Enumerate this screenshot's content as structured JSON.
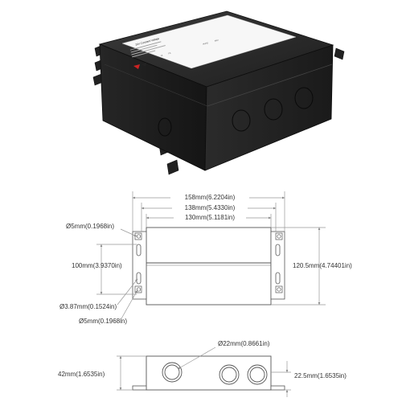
{
  "colors": {
    "housing_dark": "#1d1d1d",
    "housing_mid": "#2c2c2c",
    "housing_light": "#3a3a3a",
    "label_bg": "#ffffff",
    "drawing_line": "#555555",
    "dimension_line": "#9a9a9a",
    "dimension_text": "#333333",
    "highlight_fill": "#f2f2f2"
  },
  "photo": {
    "label_title": "24V Constant Voltage",
    "label_marks": [
      "UL",
      "FC",
      "RoHS",
      "IP67"
    ]
  },
  "top_view": {
    "dim_overall_width": "158mm(6.2204in)",
    "dim_tab_span": "138mm(5.4330in)",
    "dim_body_width": "130mm(5.1181in)",
    "dim_hole_top": "Ø5mm(0.1968in)",
    "dim_tab_spacing": "100mm(3.9370in)",
    "dim_height": "120.5mm(4.74401in)",
    "dim_hole_small": "Ø3.87mm(0.1524in)",
    "dim_hole_bottom": "Ø5mm(0.1968in)"
  },
  "side_view": {
    "dim_knockout": "Ø22mm(0.8661in)",
    "dim_height": "42mm(1.6535in)",
    "dim_half_height": "22.5mm(1.6535in)"
  }
}
